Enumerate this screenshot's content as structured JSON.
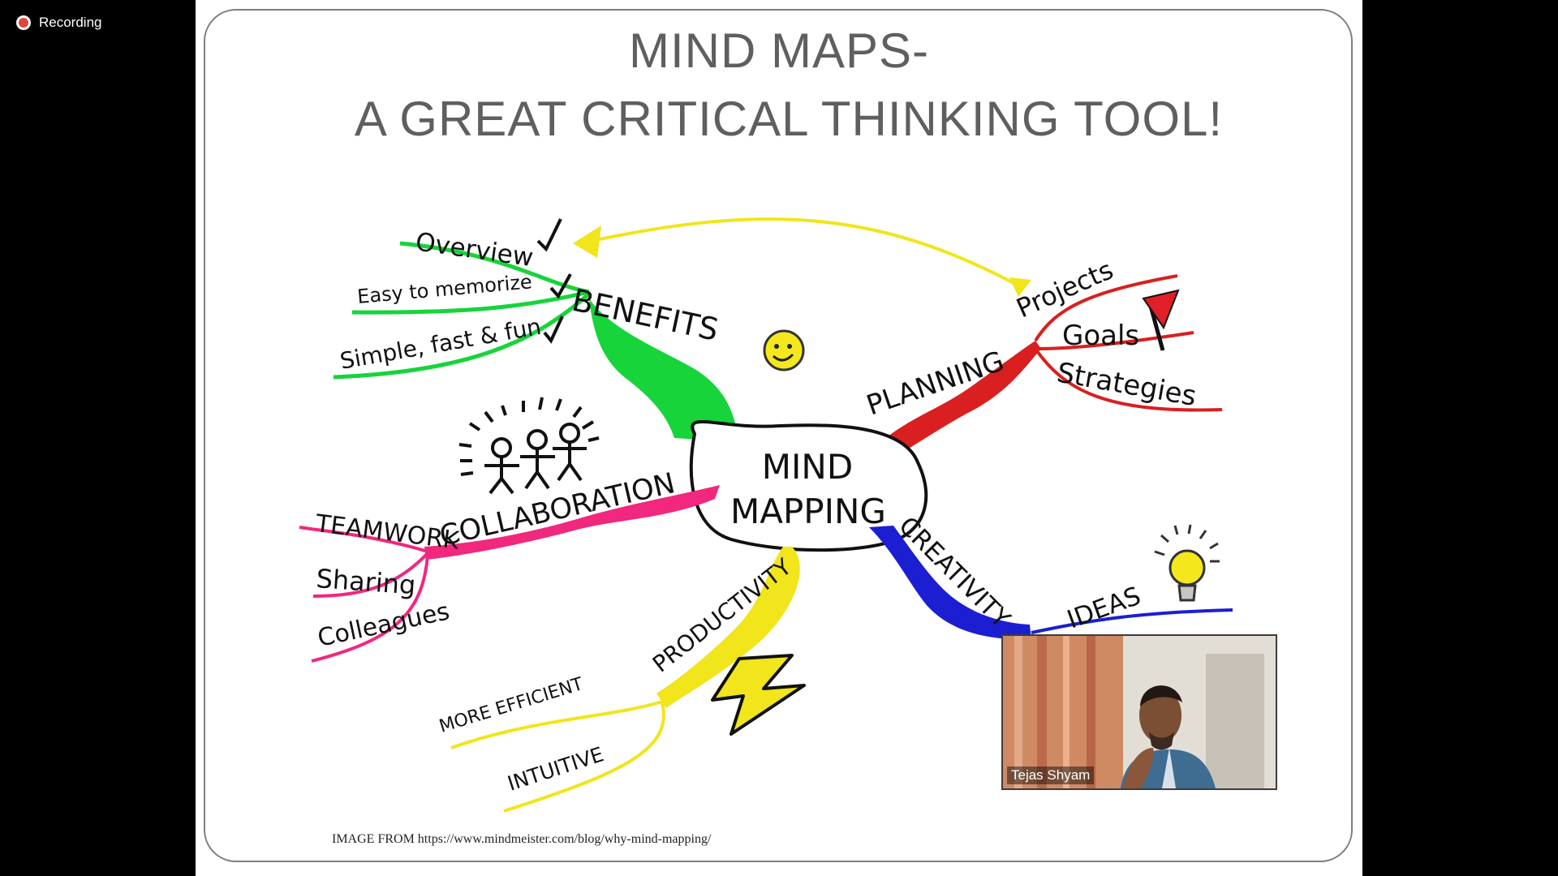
{
  "status": {
    "recording_label": "Recording",
    "icon": "record-icon",
    "icon_color": "#e0443b"
  },
  "slide": {
    "title_line1": "MIND MAPS-",
    "title_line2": "A GREAT CRITICAL THINKING TOOL!",
    "source_prefix": "IMAGE FROM",
    "source_url": "https://www.mindmeister.com/blog/why-mind-mapping/"
  },
  "mindmap": {
    "center": "MIND MAPPING",
    "center_line1": "MIND",
    "center_line2": "MAPPING",
    "branches": {
      "benefits": {
        "label": "BENEFITS",
        "color": "#16d43a",
        "items": [
          "Overview",
          "Easy to memorize",
          "Simple, fast & fun"
        ]
      },
      "planning": {
        "label": "PLANNING",
        "color": "#d91f1f",
        "items": [
          "Projects",
          "Goals",
          "Strategies"
        ]
      },
      "collaboration": {
        "label": "COLLABORATION",
        "color": "#f2277e",
        "items": [
          "TEAMWORK",
          "Sharing",
          "Colleagues"
        ]
      },
      "productivity": {
        "label": "PRODUCTIVITY",
        "color": "#f1e51b",
        "items": [
          "MORE EFFICIENT",
          "INTUITIVE"
        ]
      },
      "creativity": {
        "label": "CREATIVITY",
        "color": "#1b1fd1",
        "items": [
          "IDEAS"
        ]
      }
    },
    "icons": [
      "smiley-icon",
      "flag-icon",
      "stick-figures-icon",
      "lightning-icon",
      "lightbulb-icon",
      "checkmark-icon"
    ]
  },
  "video": {
    "participant_name": "Tejas Shyam"
  }
}
